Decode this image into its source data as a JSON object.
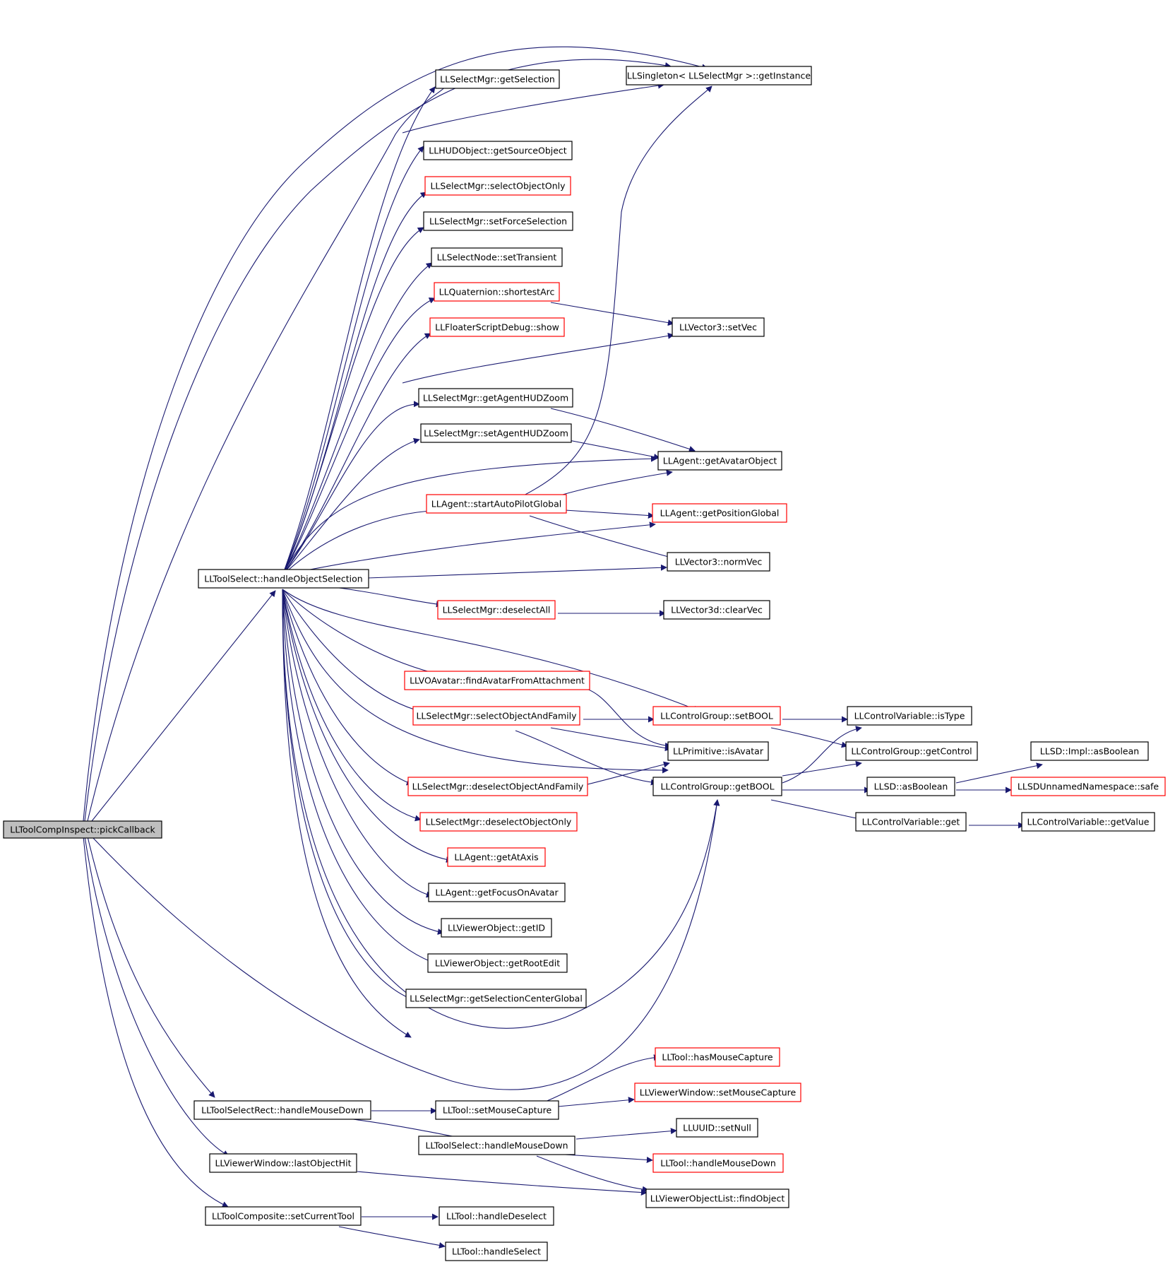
{
  "diagram": {
    "colors": {
      "edge": "#191970",
      "node_border": "#000000",
      "node_border_incomplete": "#ff0000",
      "root_fill": "#bfbfbf",
      "node_fill": "#ffffff"
    },
    "nodes": [
      {
        "id": "n_pickCallback",
        "label": "LLToolCompInspect::pickCallback",
        "style": "root"
      },
      {
        "id": "n_handleObjectSelection",
        "label": "LLToolSelect::handleObjectSelection",
        "style": "normal"
      },
      {
        "id": "n_getSelection",
        "label": "LLSelectMgr::getSelection",
        "style": "normal"
      },
      {
        "id": "n_getInstance",
        "label": "LLSingleton< LLSelectMgr >::getInstance",
        "style": "normal"
      },
      {
        "id": "n_getSourceObject",
        "label": "LLHUDObject::getSourceObject",
        "style": "normal"
      },
      {
        "id": "n_selectObjectOnly",
        "label": "LLSelectMgr::selectObjectOnly",
        "style": "incomplete"
      },
      {
        "id": "n_setForceSelection",
        "label": "LLSelectMgr::setForceSelection",
        "style": "normal"
      },
      {
        "id": "n_setTransient",
        "label": "LLSelectNode::setTransient",
        "style": "normal"
      },
      {
        "id": "n_shortestArc",
        "label": "LLQuaternion::shortestArc",
        "style": "incomplete"
      },
      {
        "id": "n_setVec",
        "label": "LLVector3::setVec",
        "style": "normal"
      },
      {
        "id": "n_fsdShow",
        "label": "LLFloaterScriptDebug::show",
        "style": "incomplete"
      },
      {
        "id": "n_getAgentHUDZoom",
        "label": "LLSelectMgr::getAgentHUDZoom",
        "style": "normal"
      },
      {
        "id": "n_setAgentHUDZoom",
        "label": "LLSelectMgr::setAgentHUDZoom",
        "style": "normal"
      },
      {
        "id": "n_getAvatarObject",
        "label": "LLAgent::getAvatarObject",
        "style": "normal"
      },
      {
        "id": "n_startAutoPilotGlobal",
        "label": "LLAgent::startAutoPilotGlobal",
        "style": "incomplete"
      },
      {
        "id": "n_getPositionGlobal",
        "label": "LLAgent::getPositionGlobal",
        "style": "incomplete"
      },
      {
        "id": "n_normVec",
        "label": "LLVector3::normVec",
        "style": "normal"
      },
      {
        "id": "n_deselectAll",
        "label": "LLSelectMgr::deselectAll",
        "style": "incomplete"
      },
      {
        "id": "n_clearVec",
        "label": "LLVector3d::clearVec",
        "style": "normal"
      },
      {
        "id": "n_findAvatarFromAttachment",
        "label": "LLVOAvatar::findAvatarFromAttachment",
        "style": "incomplete"
      },
      {
        "id": "n_selectObjectAndFamily",
        "label": "LLSelectMgr::selectObjectAndFamily",
        "style": "incomplete"
      },
      {
        "id": "n_setBOOL",
        "label": "LLControlGroup::setBOOL",
        "style": "incomplete"
      },
      {
        "id": "n_isType",
        "label": "LLControlVariable::isType",
        "style": "normal"
      },
      {
        "id": "n_isAvatar",
        "label": "LLPrimitive::isAvatar",
        "style": "normal"
      },
      {
        "id": "n_getControl",
        "label": "LLControlGroup::getControl",
        "style": "normal"
      },
      {
        "id": "n_implAsBoolean",
        "label": "LLSD::Impl::asBoolean",
        "style": "normal"
      },
      {
        "id": "n_deselectObjectAndFamily",
        "label": "LLSelectMgr::deselectObjectAndFamily",
        "style": "incomplete"
      },
      {
        "id": "n_getBOOL",
        "label": "LLControlGroup::getBOOL",
        "style": "normal"
      },
      {
        "id": "n_asBoolean",
        "label": "LLSD::asBoolean",
        "style": "normal"
      },
      {
        "id": "n_safe",
        "label": "LLSDUnnamedNamespace::safe",
        "style": "incomplete"
      },
      {
        "id": "n_deselectObjectOnly",
        "label": "LLSelectMgr::deselectObjectOnly",
        "style": "incomplete"
      },
      {
        "id": "n_cvGet",
        "label": "LLControlVariable::get",
        "style": "normal"
      },
      {
        "id": "n_getValue",
        "label": "LLControlVariable::getValue",
        "style": "normal"
      },
      {
        "id": "n_getAtAxis",
        "label": "LLAgent::getAtAxis",
        "style": "incomplete"
      },
      {
        "id": "n_getFocusOnAvatar",
        "label": "LLAgent::getFocusOnAvatar",
        "style": "normal"
      },
      {
        "id": "n_getID",
        "label": "LLViewerObject::getID",
        "style": "normal"
      },
      {
        "id": "n_getRootEdit",
        "label": "LLViewerObject::getRootEdit",
        "style": "normal"
      },
      {
        "id": "n_getSelectionCenterGlobal",
        "label": "LLSelectMgr::getSelectionCenterGlobal",
        "style": "normal"
      },
      {
        "id": "n_hasMouseCapture",
        "label": "LLTool::hasMouseCapture",
        "style": "incomplete"
      },
      {
        "id": "n_vwSetMouseCapture",
        "label": "LLViewerWindow::setMouseCapture",
        "style": "incomplete"
      },
      {
        "id": "n_tsrHandleMouseDown",
        "label": "LLToolSelectRect::handleMouseDown",
        "style": "normal"
      },
      {
        "id": "n_toolSetMouseCapture",
        "label": "LLTool::setMouseCapture",
        "style": "normal"
      },
      {
        "id": "n_setNull",
        "label": "LLUUID::setNull",
        "style": "normal"
      },
      {
        "id": "n_tsHandleMouseDown",
        "label": "LLToolSelect::handleMouseDown",
        "style": "normal"
      },
      {
        "id": "n_lastObjectHit",
        "label": "LLViewerWindow::lastObjectHit",
        "style": "normal"
      },
      {
        "id": "n_toolHandleMouseDown",
        "label": "LLTool::handleMouseDown",
        "style": "incomplete"
      },
      {
        "id": "n_findObject",
        "label": "LLViewerObjectList::findObject",
        "style": "normal"
      },
      {
        "id": "n_setCurrentTool",
        "label": "LLToolComposite::setCurrentTool",
        "style": "normal"
      },
      {
        "id": "n_handleDeselect",
        "label": "LLTool::handleDeselect",
        "style": "normal"
      },
      {
        "id": "n_handleSelect",
        "label": "LLTool::handleSelect",
        "style": "normal"
      }
    ]
  }
}
